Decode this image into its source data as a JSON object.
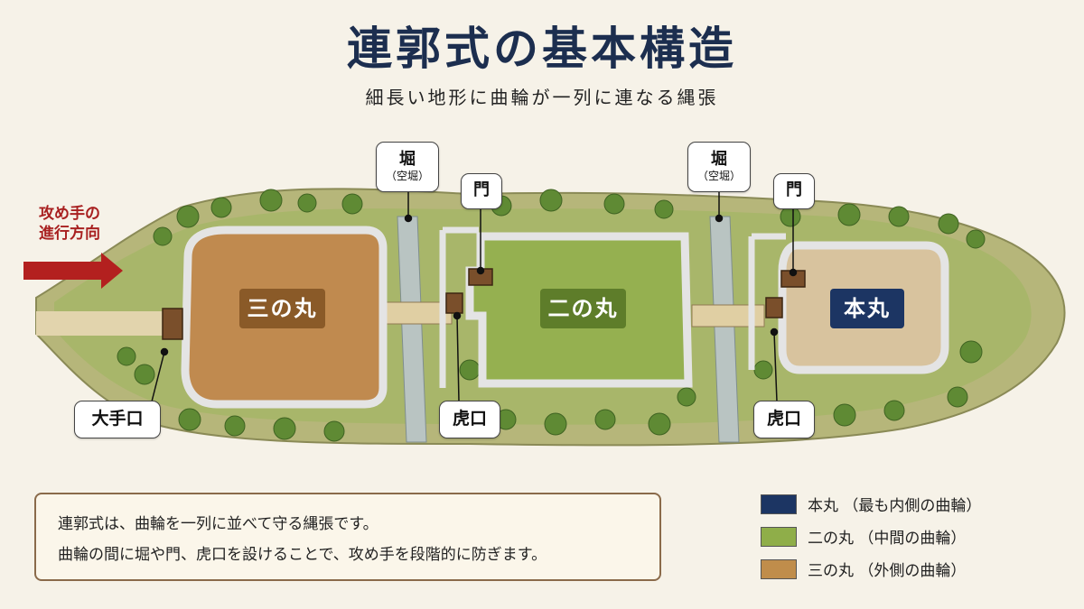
{
  "title": "連郭式の基本構造",
  "subtitle": "細長い地形に曲輪が一列に連なる縄張",
  "attacker": {
    "line1": "攻め手の",
    "line2": "進行方向"
  },
  "areas": {
    "sannomaru": "三の丸",
    "ninomaru": "二の丸",
    "honmaru": "本丸"
  },
  "callouts": {
    "moat1": {
      "main": "堀",
      "sub": "（空堀）"
    },
    "moat2": {
      "main": "堀",
      "sub": "（空堀）"
    },
    "gate1": "門",
    "gate2": "門",
    "ote": "大手口",
    "koguchi1": "虎口",
    "koguchi2": "虎口"
  },
  "note": {
    "line1": "連郭式は、曲輪を一列に並べて守る縄張です。",
    "line2": "曲輪の間に堀や門、虎口を設けることで、攻め手を段階的に防ぎます。"
  },
  "legend": [
    {
      "label": "本丸 （最も内側の曲輪）",
      "color": "#1c3563"
    },
    {
      "label": "二の丸 （中間の曲輪）",
      "color": "#8fae49"
    },
    {
      "label": "三の丸 （外側の曲輪）",
      "color": "#c08d4b"
    }
  ],
  "colors": {
    "navy": "#1c2e4f",
    "arrow": "#b3201f",
    "sannomaru_fill": "#c08a4f",
    "ninomaru_fill": "#95b050",
    "honmaru_fill": "#d8c39e"
  }
}
